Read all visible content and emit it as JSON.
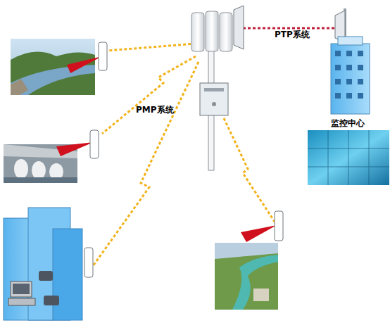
{
  "diagram": {
    "labels": [
      "PTP系统",
      "PMP系统",
      "监控中心"
    ]
  }
}
